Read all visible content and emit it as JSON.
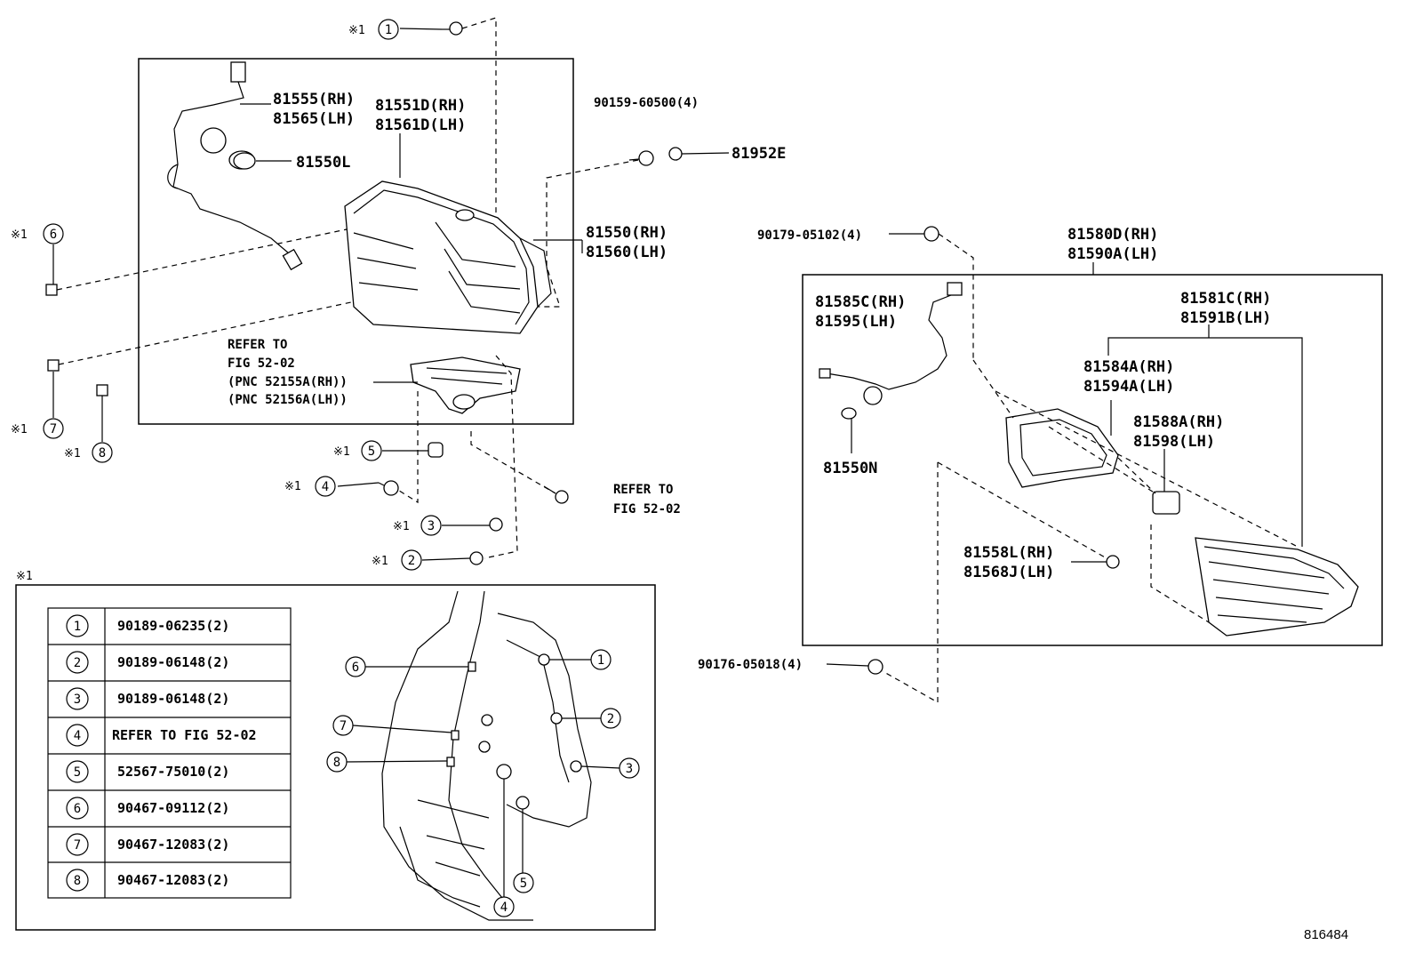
{
  "diagram_id": "816484",
  "note_mark": "※1",
  "refer_to": "REFER TO",
  "fig_ref": "FIG 52-02",
  "labels": {
    "p81555": "81555(RH)",
    "p81565": "81565(LH)",
    "p81551d": "81551D(RH)",
    "p81561d": "81561D(LH)",
    "p81550l": "81550L",
    "p81550": "81550(RH)",
    "p81560": "81560(LH)",
    "p90159": "90159-60500(4)",
    "p81952e": "81952E",
    "pnc1": "(PNC 52155A(RH))",
    "pnc2": "(PNC 52156A(LH))",
    "p90179": "90179-05102(4)",
    "p81580d": "81580D(RH)",
    "p81590a": "81590A(LH)",
    "p81585c": "81585C(RH)",
    "p81595": "81595(LH)",
    "p81581c": "81581C(RH)",
    "p81591b": "81591B(LH)",
    "p81584a": "81584A(RH)",
    "p81594a": "81594A(LH)",
    "p81588a": "81588A(RH)",
    "p81598": "81598(LH)",
    "p81550n": "81550N",
    "p81558l": "81558L(RH)",
    "p81568j": "81568J(LH)",
    "p90176": "90176-05018(4)"
  },
  "callouts": [
    "1",
    "2",
    "3",
    "4",
    "5",
    "6",
    "7",
    "8"
  ],
  "table": [
    {
      "num": "1",
      "part": "90189-06235(2)"
    },
    {
      "num": "2",
      "part": "90189-06148(2)"
    },
    {
      "num": "3",
      "part": "90189-06148(2)"
    },
    {
      "num": "4",
      "part": "REFER TO FIG 52-02"
    },
    {
      "num": "5",
      "part": "52567-75010(2)"
    },
    {
      "num": "6",
      "part": "90467-09112(2)"
    },
    {
      "num": "7",
      "part": "90467-12083(2)"
    },
    {
      "num": "8",
      "part": "90467-12083(2)"
    }
  ]
}
